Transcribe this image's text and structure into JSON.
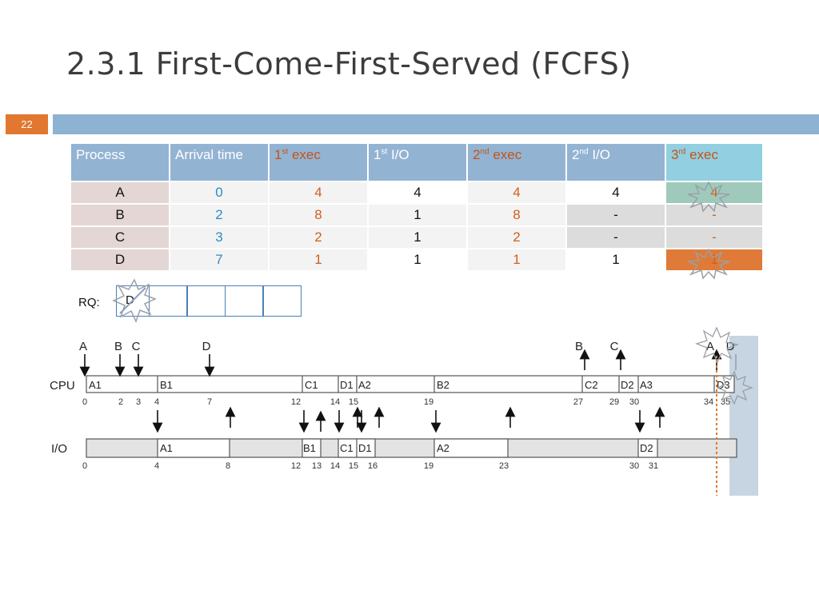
{
  "title": "2.3.1 First-Come-First-Served (FCFS)",
  "slide_number": "22",
  "table": {
    "headers": {
      "process": "Process",
      "arrival": "Arrival time",
      "exec1_n": "1",
      "exec1_sup": "st",
      "exec1_t": " exec",
      "io1_n": "1",
      "io1_sup": "st",
      "io1_t": " I/O",
      "exec2_n": "2",
      "exec2_sup": "nd",
      "exec2_t": " exec",
      "io2_n": "2",
      "io2_sup": "nd",
      "io2_t": " I/O",
      "exec3_n": "3",
      "exec3_sup": "rd",
      "exec3_t": " exec"
    },
    "rows": [
      [
        "A",
        "0",
        "4",
        "4",
        "4",
        "4",
        "4"
      ],
      [
        "B",
        "2",
        "8",
        "1",
        "8",
        "-",
        "-"
      ],
      [
        "C",
        "3",
        "2",
        "1",
        "2",
        "-",
        "-"
      ],
      [
        "D",
        "7",
        "1",
        "1",
        "1",
        "1",
        "1"
      ]
    ]
  },
  "rq": {
    "label": "RQ:",
    "cells": [
      "D",
      "",
      "",
      "",
      ""
    ]
  },
  "timeline": {
    "cpu_label": "CPU",
    "io_label": "I/O",
    "arrivals_top": [
      "A",
      "B",
      "C",
      "D"
    ],
    "completion_labels": [
      "B",
      "C",
      "A",
      "D"
    ],
    "cpu_segments": [
      "A1",
      "B1",
      "C1",
      "D1",
      "A2",
      "B2",
      "C2",
      "D2",
      "A3",
      "D3"
    ],
    "cpu_ticks": [
      "0",
      "2",
      "3",
      "4",
      "7",
      "12",
      "14",
      "15",
      "19",
      "27",
      "29",
      "30",
      "34",
      "35"
    ],
    "io_segments": [
      "A1",
      "B1",
      "C1",
      "D1",
      "A2",
      "D2"
    ],
    "io_ticks": [
      "0",
      "4",
      "8",
      "12",
      "13",
      "14",
      "15",
      "16",
      "19",
      "23",
      "30",
      "31"
    ]
  }
}
